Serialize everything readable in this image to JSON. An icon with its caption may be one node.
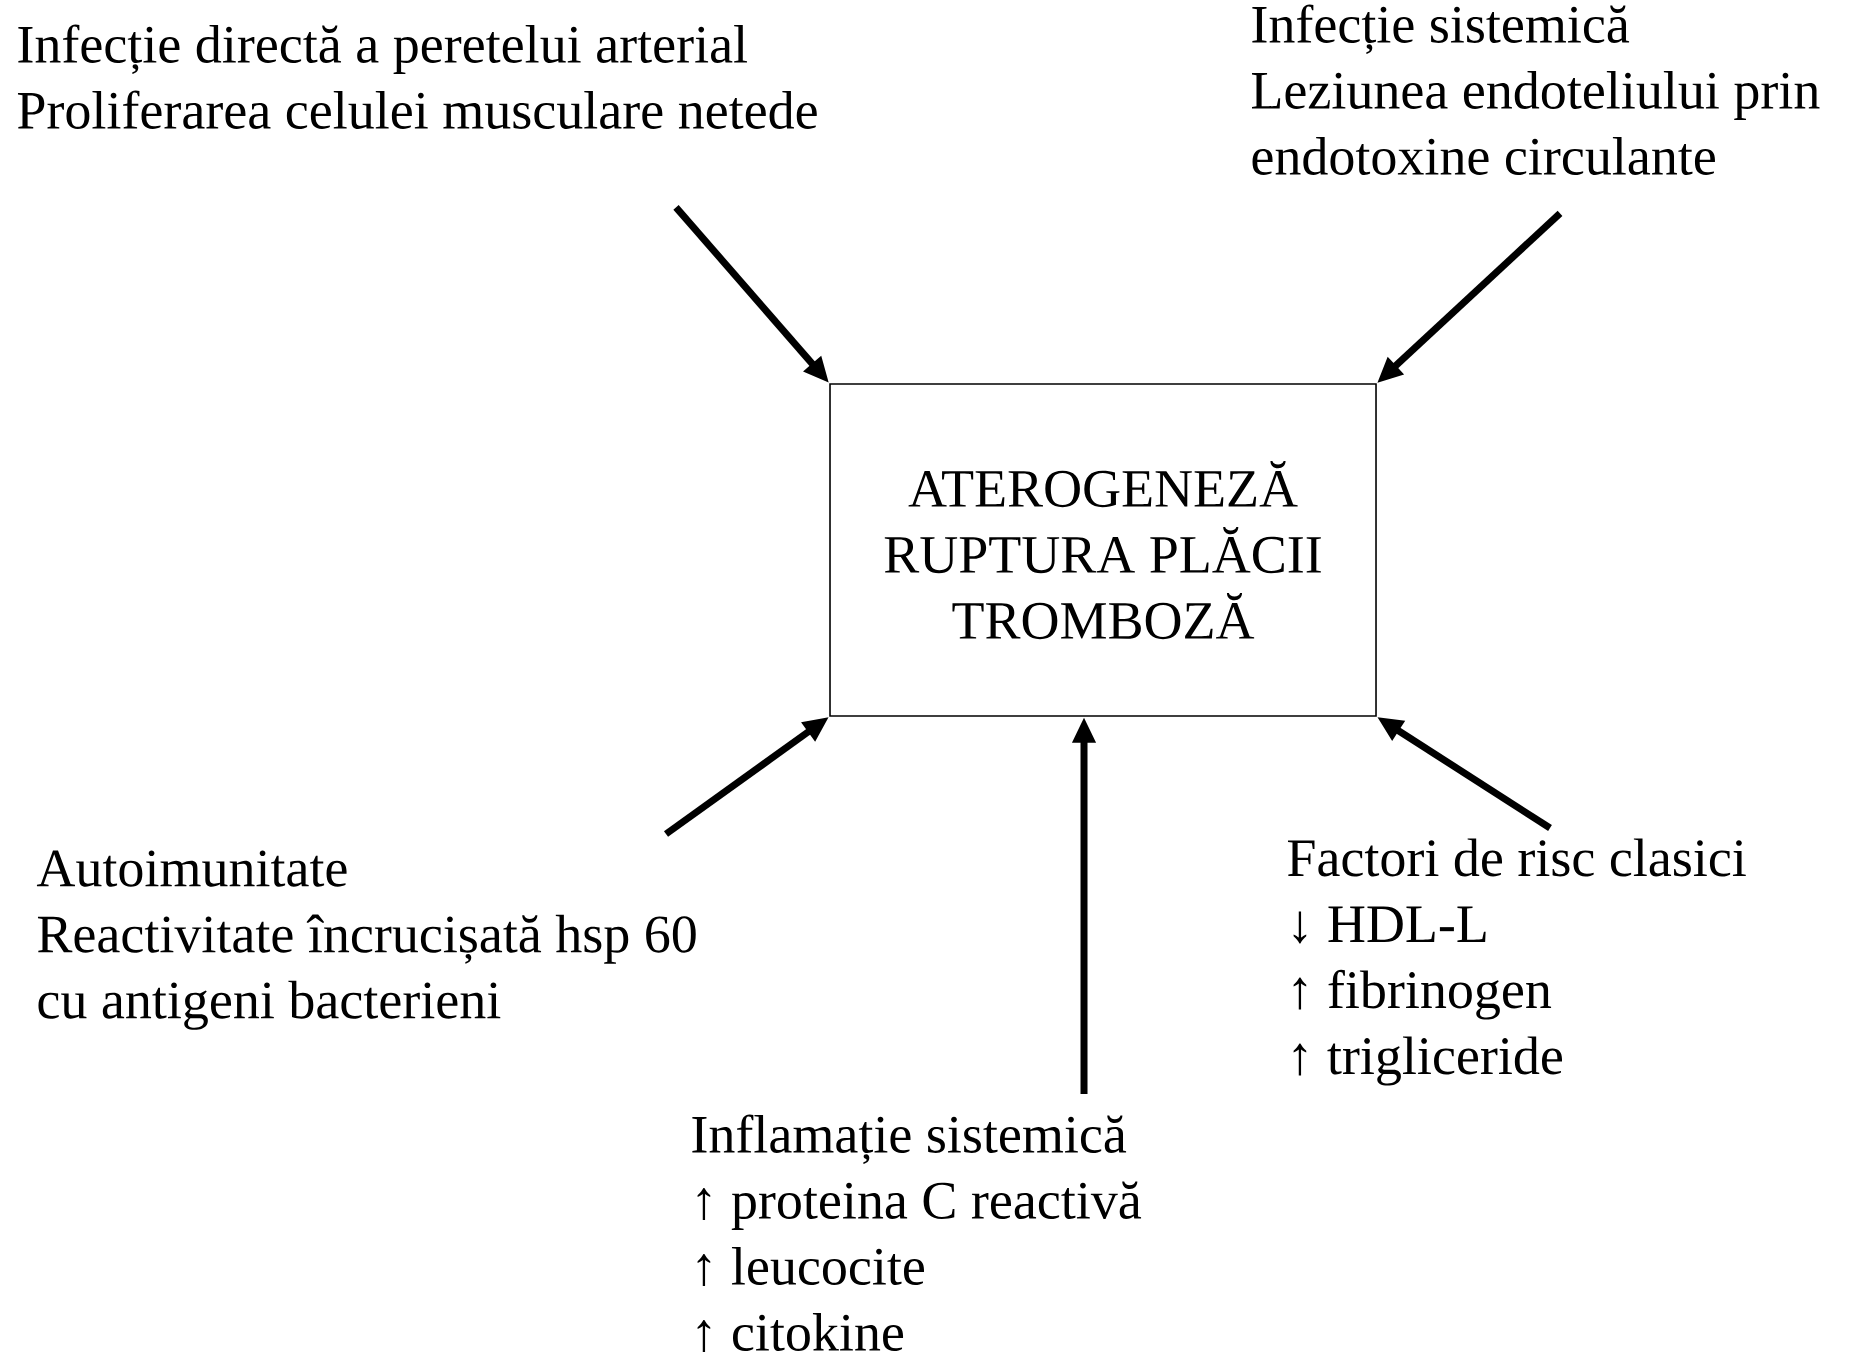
{
  "diagram": {
    "nodes": [
      {
        "text": [
          "ATEROGENEZĂ",
          "RUPTURA PLĂCII",
          "TROMBOZĂ"
        ]
      },
      {
        "text": [
          "Infecție directă a peretelui arterial",
          "Proliferarea celulei musculare netede"
        ]
      },
      {
        "text": [
          "Infecție sistemică",
          "Leziunea endoteliului prin endotoxine circulante"
        ]
      },
      {
        "text": [
          "Autoimunitate",
          "Reactivitate încrucișată hsp 60 cu antigeni bacterieni"
        ]
      },
      {
        "text": [
          "Factori de risc clasici",
          "↓ HDL-L",
          "↑ fibrinogen",
          "↑ trigliceride"
        ]
      },
      {
        "text": [
          "Inflamație sistemică",
          "↑ proteina C reactivă",
          "↑ leucocite",
          "↑ citokine"
        ]
      }
    ],
    "edges": [
      {
        "from": 1,
        "to": 0,
        "arrow": "to"
      },
      {
        "from": 2,
        "to": 0,
        "arrow": "to"
      },
      {
        "from": 3,
        "to": 0,
        "arrow": "to"
      },
      {
        "from": 4,
        "to": 0,
        "arrow": "to"
      },
      {
        "from": 5,
        "to": 0,
        "arrow": "to"
      }
    ]
  }
}
